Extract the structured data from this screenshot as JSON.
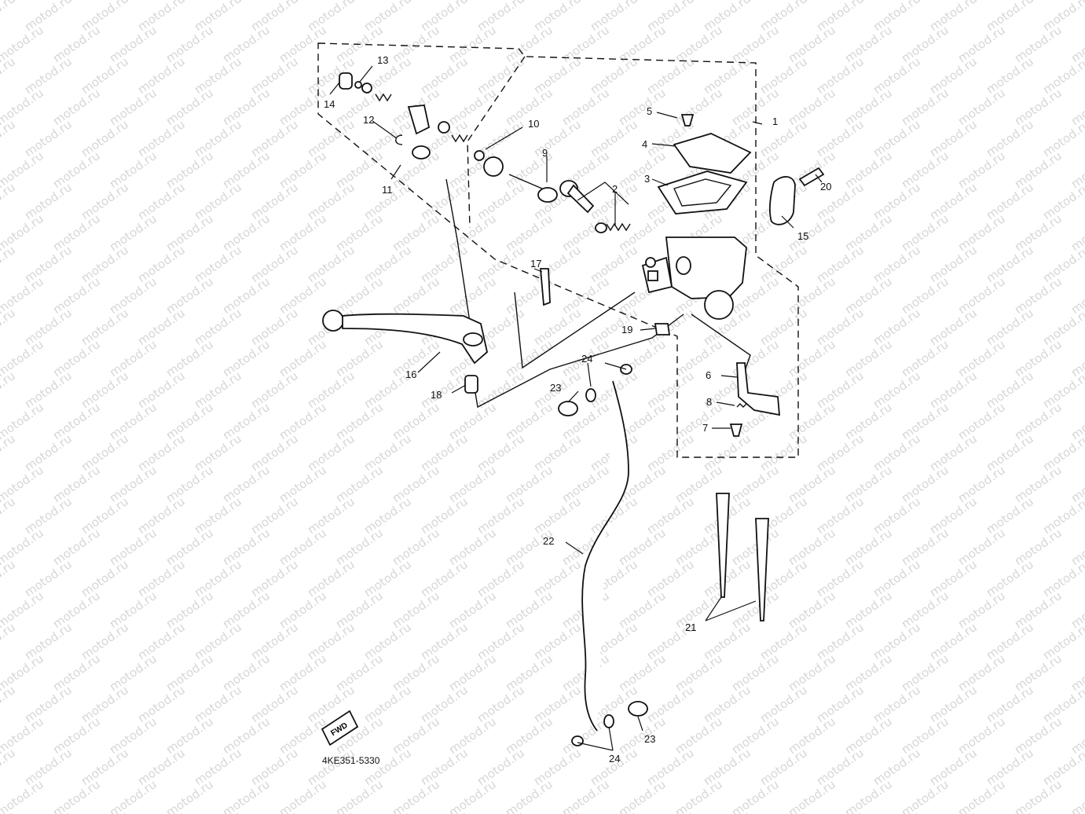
{
  "watermark": "motod.ru",
  "callouts": [
    "1",
    "2",
    "3",
    "4",
    "5",
    "6",
    "7",
    "8",
    "9",
    "10",
    "11",
    "12",
    "13",
    "14",
    "15",
    "16",
    "17",
    "18",
    "19",
    "20",
    "21",
    "22",
    "23",
    "23",
    "24",
    "24"
  ],
  "direction_badge": "FWD",
  "diagram_code": "4KE351-5330"
}
